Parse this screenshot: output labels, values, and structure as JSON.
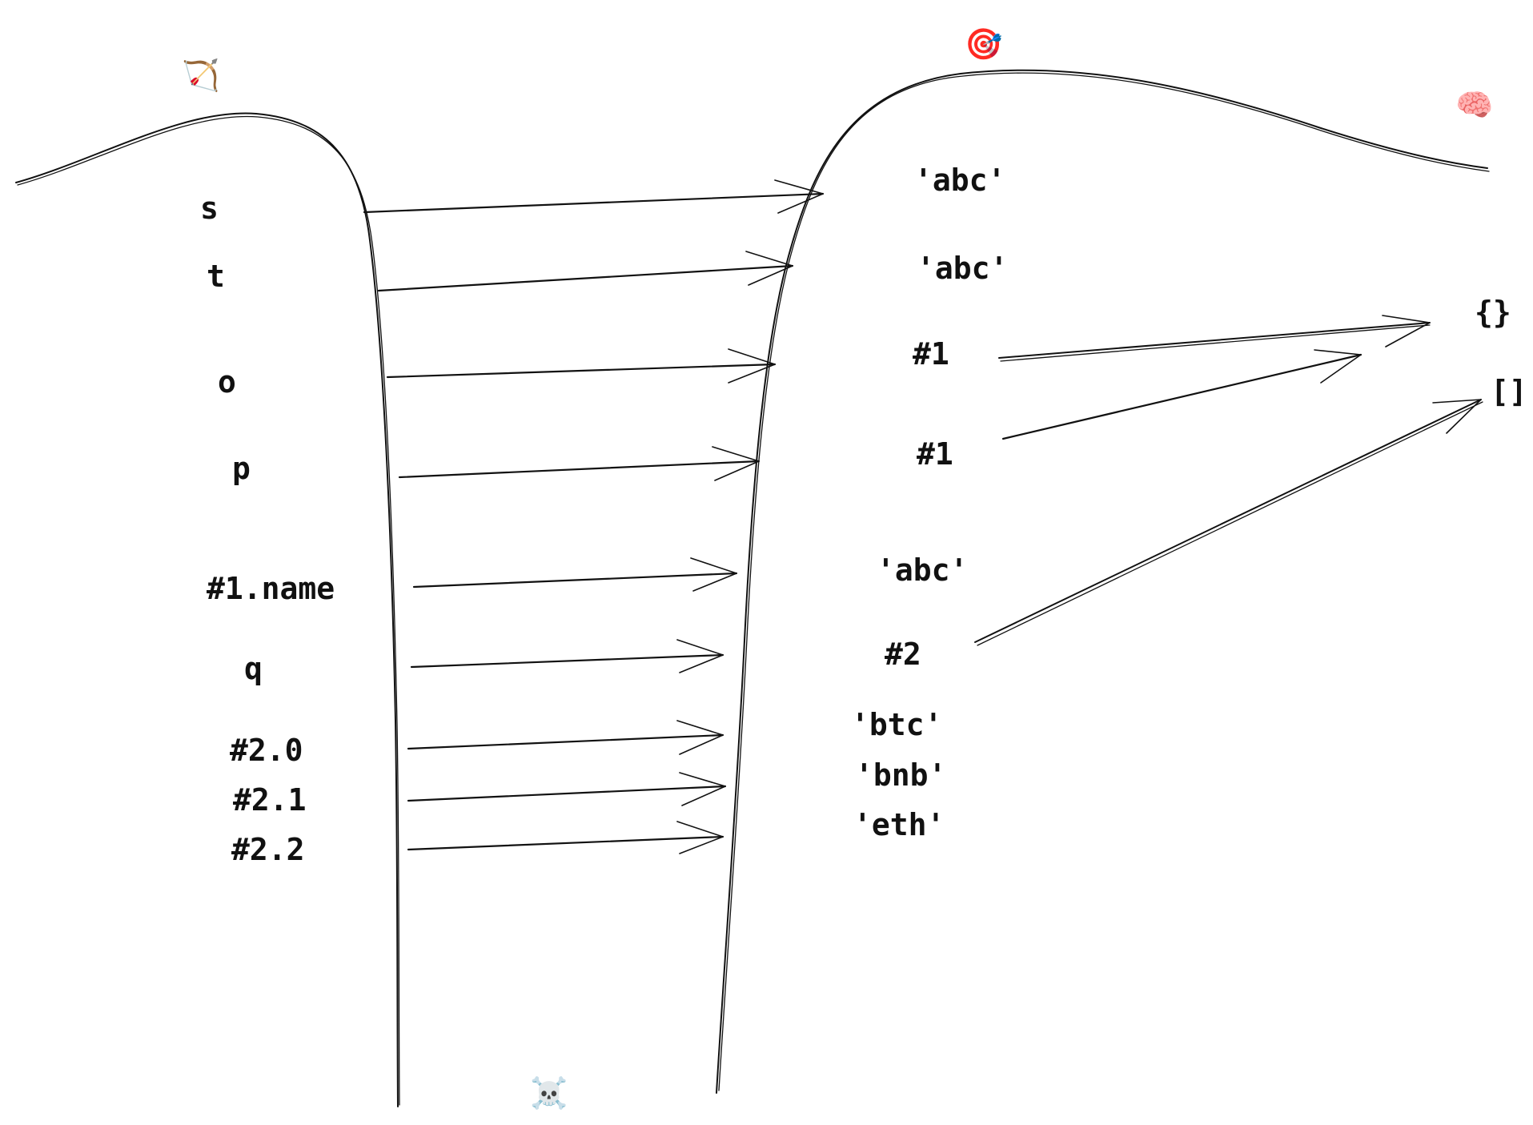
{
  "diagram": {
    "icons": {
      "bow": {
        "glyph": "🏹",
        "name": "bow-and-arrow-icon"
      },
      "target": {
        "glyph": "🎯",
        "name": "target-icon"
      },
      "brain": {
        "glyph": "🧠",
        "name": "brain-icon"
      },
      "skull": {
        "glyph": "☠️",
        "name": "skull-and-crossbones-icon"
      }
    },
    "variables": [
      "s",
      "t",
      "o",
      "p",
      "#1.name",
      "q",
      "#2.0",
      "#2.1",
      "#2.2"
    ],
    "values": [
      "'abc'",
      "'abc'",
      "#1",
      "#1",
      "'abc'",
      "#2",
      "'btc'",
      "'bnb'",
      "'eth'"
    ],
    "heap": {
      "object": "{}",
      "array": "[]"
    },
    "colors": {
      "ink": "#111111",
      "background": "#ffffff"
    }
  }
}
